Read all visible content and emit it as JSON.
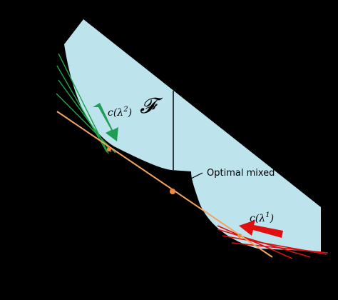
{
  "figure": {
    "background_color": "#000000",
    "region_color": "#bde3ec",
    "feasible_set_label": "𝓕",
    "lambda1_label": {
      "base": "c(λ",
      "sup": "1",
      "close": ")"
    },
    "lambda2_label": {
      "base": "c(λ",
      "sup": "2",
      "close": ")"
    },
    "optimal_mixed_label": "Optimal mixed",
    "colors": {
      "supporting_line": "#f2a35e",
      "optimal_point": "#f08a3a",
      "green_lines": "#21a34a",
      "green_arrow": "#1e9e55",
      "red_lines": "#d90f0f",
      "red_arrow": "#e01010"
    }
  }
}
